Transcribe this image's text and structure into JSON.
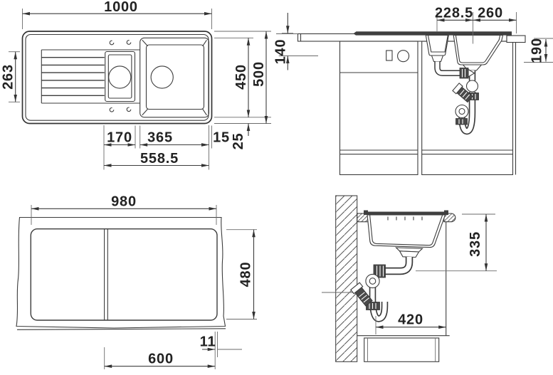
{
  "drawing": {
    "title": "sink-installation-dimension-drawing",
    "views": {
      "sink_top": {
        "dims": {
          "overall_width": "1000",
          "drainer_depth": "263",
          "bowl_field_height": "450",
          "overall_depth": "500",
          "small_bowl_width": "170",
          "large_bowl_width": "365",
          "right_gap": "15",
          "edge_offset": "25",
          "bowl_span": "558.5"
        }
      },
      "front_section": {
        "dims": {
          "small_drain_offset": "228.5",
          "large_drain_offset": "260",
          "worktop_clearance": "140",
          "bowl_depth": "190"
        }
      },
      "worktop_cutout": {
        "dims": {
          "cutout_width": "980",
          "cutout_depth": "480",
          "front_span": "600",
          "edge_gap": "11"
        }
      },
      "side_section": {
        "dims": {
          "drain_outlet_height": "335",
          "base_depth": "420"
        }
      }
    }
  }
}
